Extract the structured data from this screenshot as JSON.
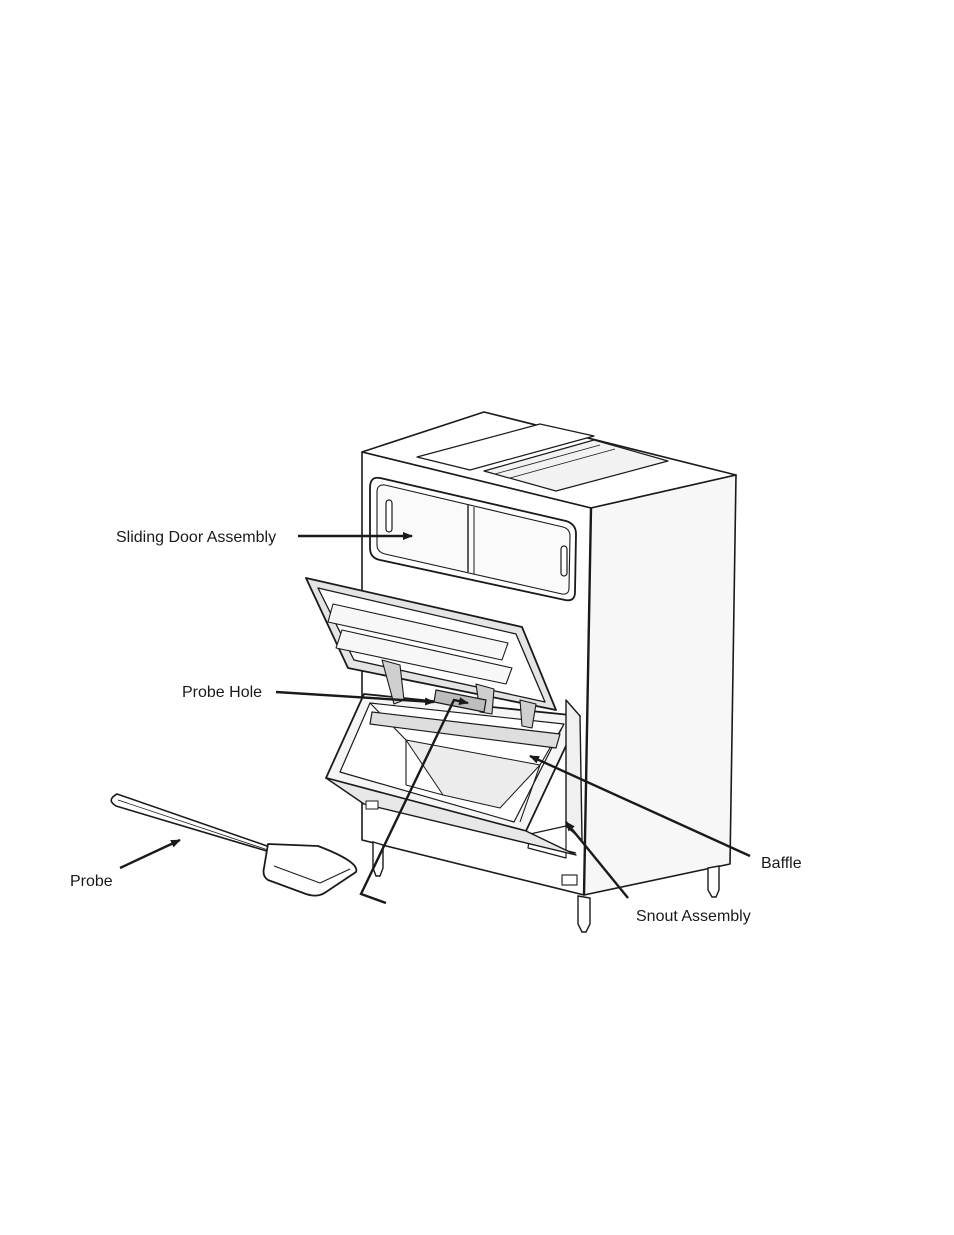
{
  "diagram": {
    "labels": {
      "sliding_door_assembly": "Sliding Door Assembly",
      "probe_hole": "Probe Hole",
      "probe": "Probe",
      "baffle": "Baffle",
      "snout_assembly": "Snout Assembly"
    },
    "colors": {
      "line": "#1a1a1a",
      "cabinet_fill": "#ffffff",
      "shade": "#e6e6e6",
      "dark_shade": "#bdbdbd"
    }
  }
}
